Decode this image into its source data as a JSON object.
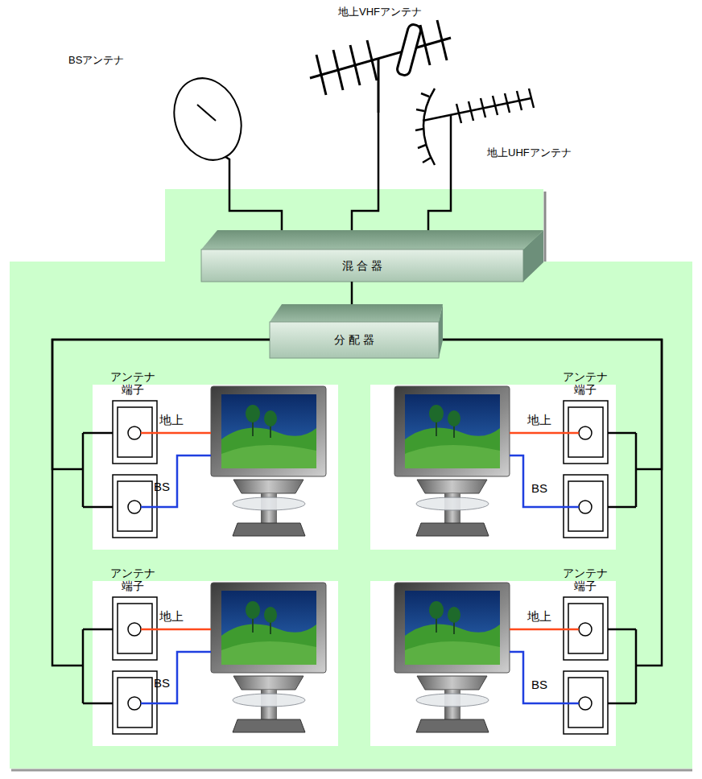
{
  "diagram": {
    "nodes": [
      {
        "text": [
          "BSアンテナ"
        ]
      },
      {
        "text": [
          "地上VHFアンテナ"
        ]
      },
      {
        "text": [
          "地上UHFアンテナ"
        ]
      },
      {
        "text": [
          "混 合 器"
        ]
      },
      {
        "text": [
          "分 配 器"
        ]
      },
      {
        "text": [
          "アンテナ端子",
          "地上",
          "BS"
        ]
      },
      {
        "text": [
          "アンテナ端子",
          "地上",
          "BS"
        ]
      },
      {
        "text": [
          "アンテナ端子",
          "地上",
          "BS"
        ]
      },
      {
        "text": [
          "アンテナ端子",
          "地上",
          "BS"
        ]
      }
    ],
    "edges": [
      {
        "from": 0,
        "to": 3,
        "arrow": "none"
      },
      {
        "from": 1,
        "to": 3,
        "arrow": "none"
      },
      {
        "from": 2,
        "to": 3,
        "arrow": "none"
      },
      {
        "from": 3,
        "to": 4,
        "arrow": "none"
      },
      {
        "from": 4,
        "to": 5,
        "arrow": "none"
      },
      {
        "from": 4,
        "to": 6,
        "arrow": "none"
      },
      {
        "from": 4,
        "to": 7,
        "arrow": "none"
      },
      {
        "from": 4,
        "to": 8,
        "arrow": "none"
      }
    ]
  }
}
